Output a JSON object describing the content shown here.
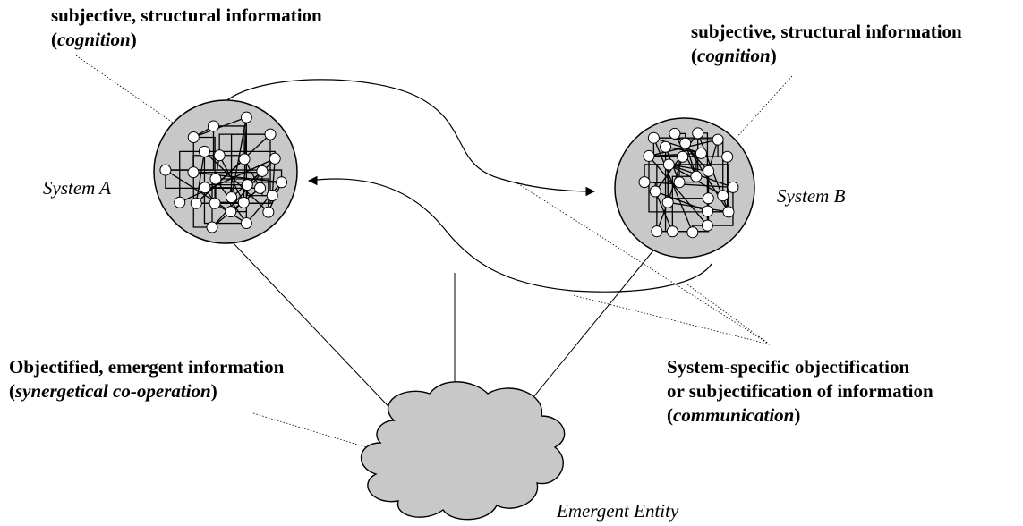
{
  "labels": {
    "cognition_a": {
      "text": "subjective, structural information",
      "paren_open": "(",
      "emph": "cognition",
      "paren_close": ")"
    },
    "cognition_b": {
      "text": "subjective, structural information",
      "paren_open": "(",
      "emph": "cognition",
      "paren_close": ")"
    },
    "system_a": "System A",
    "system_b": "System B",
    "emergent": {
      "text": "Objectified, emergent information",
      "paren_open": "(",
      "emph": "synergetical co-operation",
      "paren_close": ")"
    },
    "communication": {
      "line1": "System-specific objectification",
      "line2": "or subjectification of information",
      "paren_open": "(",
      "emph": "communication",
      "paren_close": ")"
    },
    "entity": "Emergent Entity"
  },
  "colors": {
    "node_fill": "#c8c8c8",
    "cloud_fill": "#c8c8c8",
    "stroke": "#000000",
    "small_node": "#ffffff"
  }
}
